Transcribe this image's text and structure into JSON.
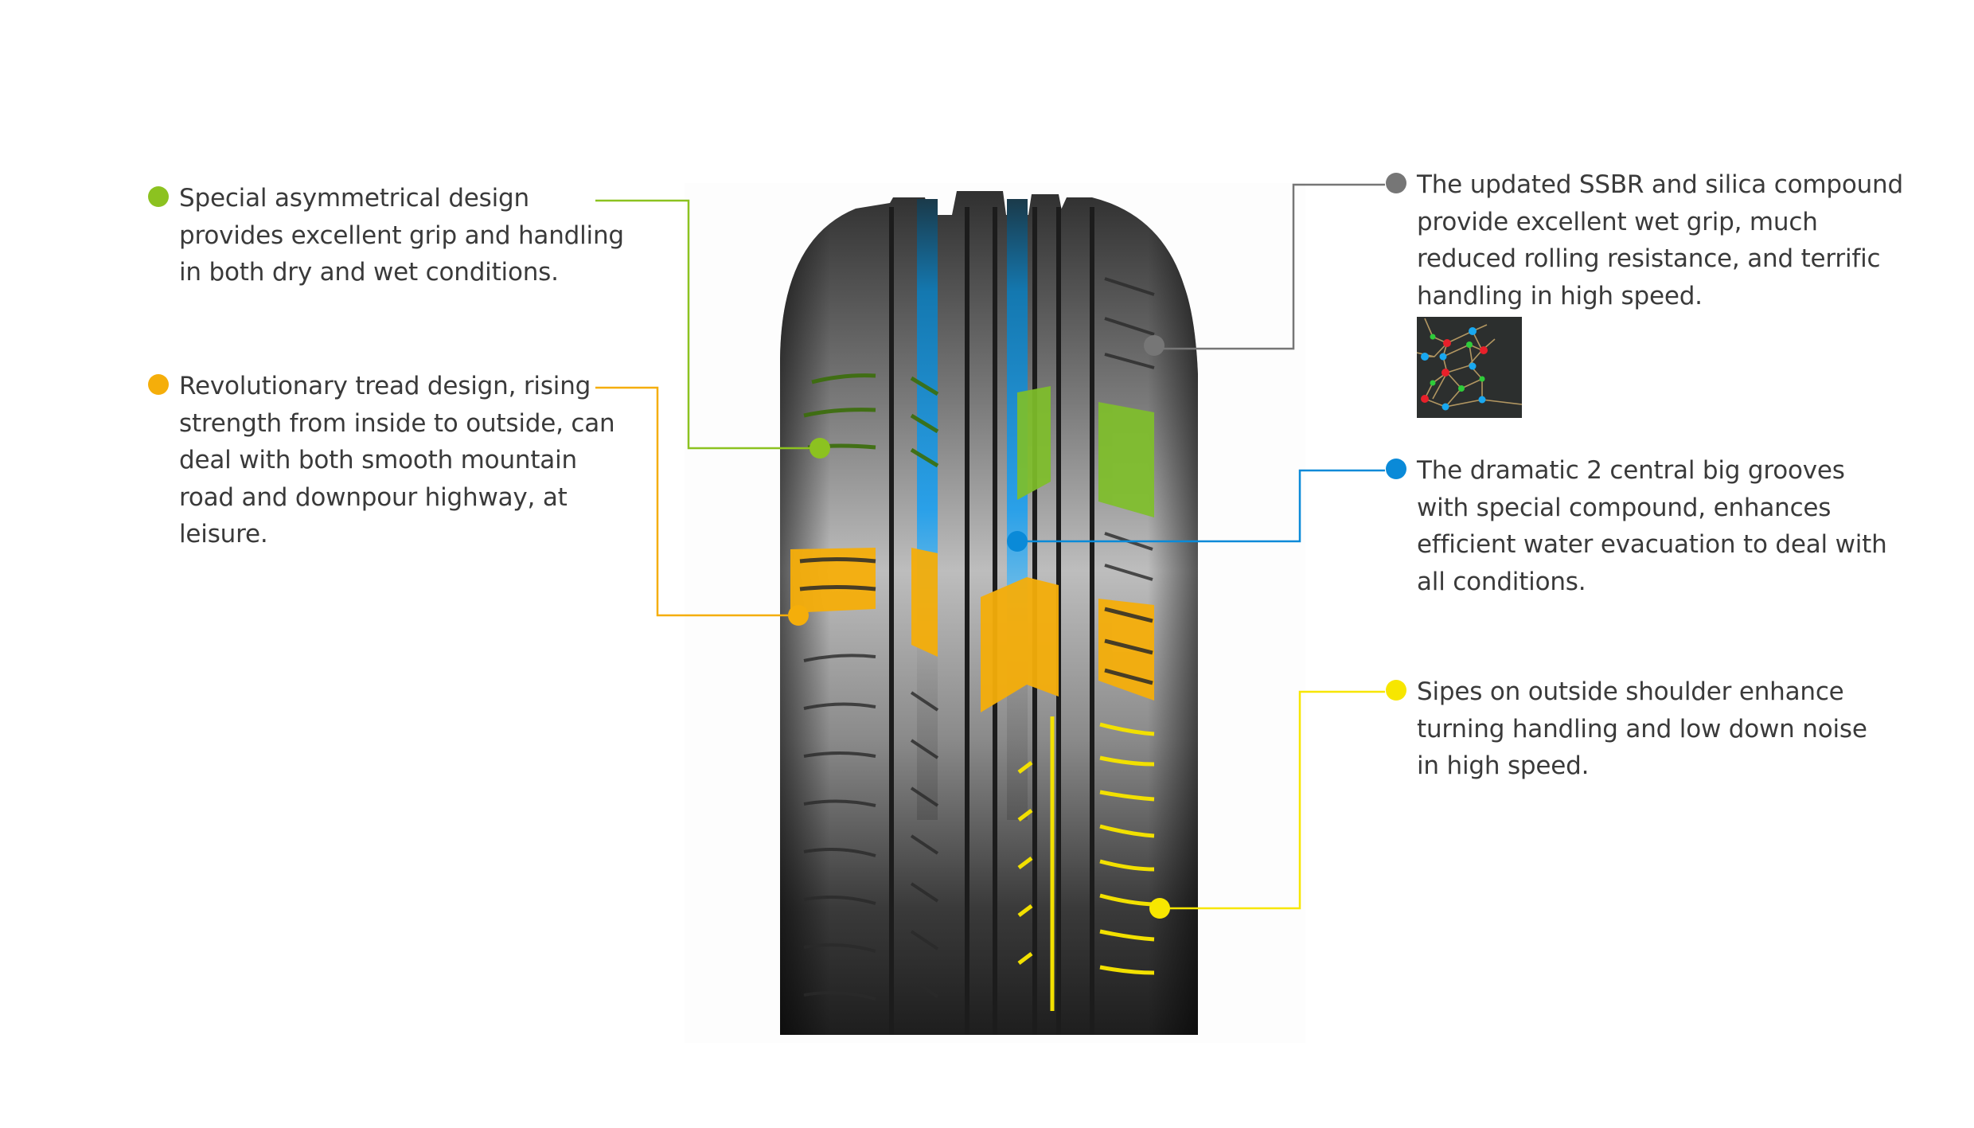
{
  "colors": {
    "green": "#8cc220",
    "orange": "#f5ae0a",
    "gray": "#767676",
    "blue": "#0a8ad8",
    "yellow": "#f7e600",
    "text": "#3a3a3a",
    "tire_dark": "#2a2a2a",
    "tire_mid": "#8a8a8a",
    "tire_light": "#c9c9c9"
  },
  "features_left": [
    {
      "id": "asymmetrical-design",
      "color_key": "green",
      "lines": [
        "Special asymmetrical design",
        "provides excellent grip and handling",
        "in both dry and wet conditions."
      ]
    },
    {
      "id": "tread-design",
      "color_key": "orange",
      "lines": [
        "Revolutionary tread design, rising",
        "strength from inside to outside, can",
        "deal with both smooth mountain",
        "road and downpour highway, at",
        "leisure."
      ]
    }
  ],
  "features_right": [
    {
      "id": "ssbr-compound",
      "color_key": "gray",
      "lines": [
        "The updated SSBR and silica compound",
        "provide excellent wet grip, much",
        "reduced rolling resistance, and terrific",
        "handling in high speed."
      ],
      "thumbnail": "molecular-network-image"
    },
    {
      "id": "central-grooves",
      "color_key": "blue",
      "lines": [
        "The dramatic 2 central big grooves",
        "with special compound, enhances",
        "efficient water evacuation to deal with",
        "all conditions."
      ]
    },
    {
      "id": "shoulder-sipes",
      "color_key": "yellow",
      "lines": [
        "Sipes on outside shoulder enhance",
        "turning handling and low down noise",
        "in high speed."
      ]
    }
  ],
  "image": {
    "subject": "tire-tread-illustration",
    "highlighted_zones": [
      "green shoulder & rib blocks",
      "orange tread band",
      "blue central grooves",
      "yellow outer shoulder sipes"
    ]
  }
}
